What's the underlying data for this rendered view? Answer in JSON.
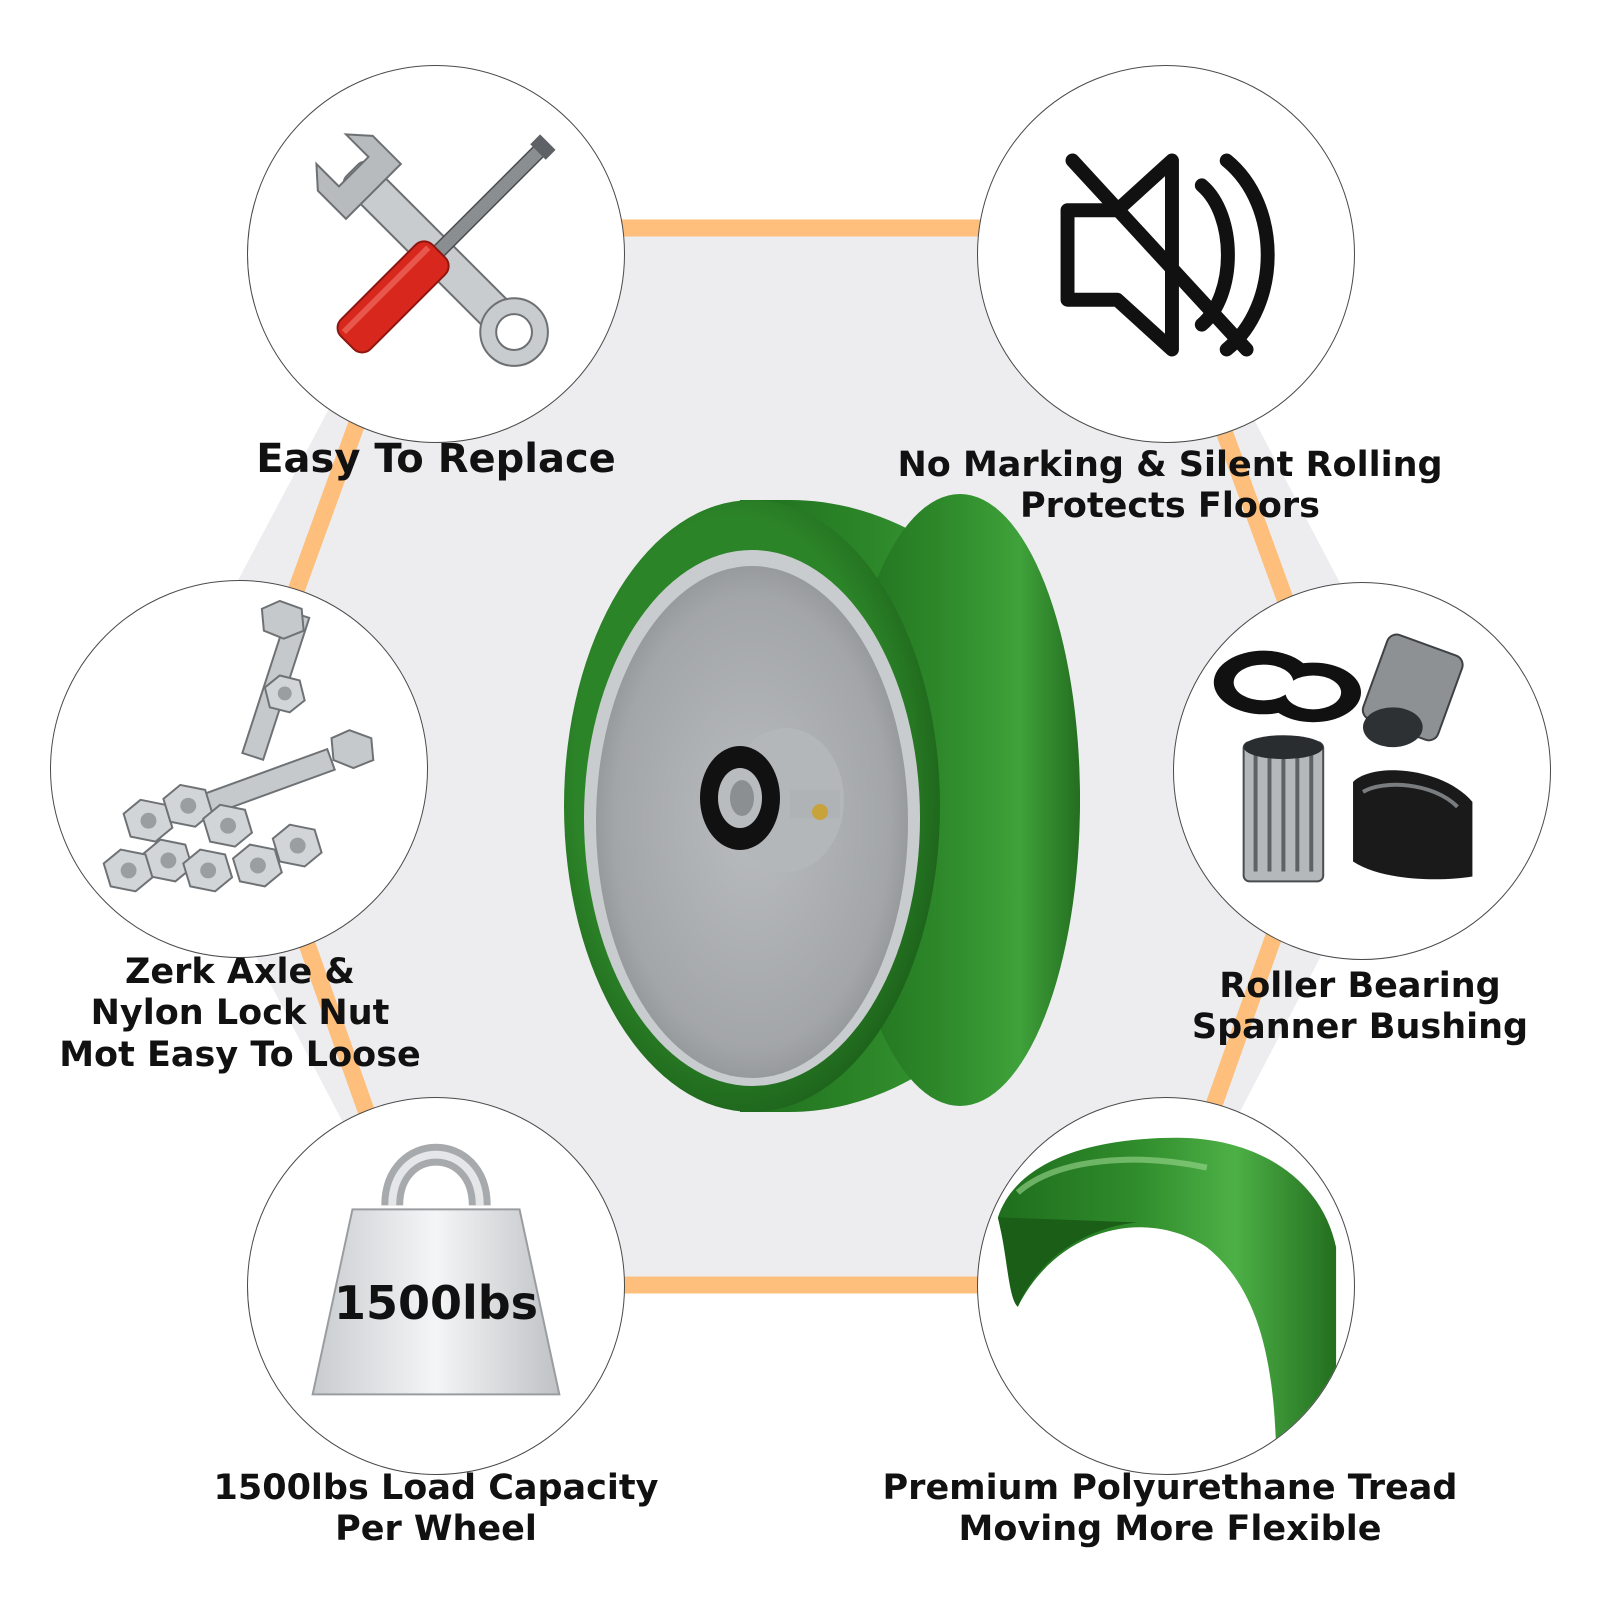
{
  "colors": {
    "connector": "#FDBF7B",
    "hexagon_fill": "#EDEDF0",
    "wheel_green": "#2F8B2B",
    "hub_gray": "#A7AAAD",
    "outline": "#4A4A4A",
    "text": "#111111",
    "screwdriver_red": "#D8281D"
  },
  "features": {
    "replace": {
      "icon": "wrench-screwdriver-icon",
      "lines": [
        "Easy To Replace"
      ]
    },
    "silent": {
      "icon": "mute-speaker-icon",
      "lines": [
        "No Marking & Silent Rolling",
        "Protects Floors"
      ]
    },
    "hardware": {
      "icon": "bolts-nuts-icon",
      "lines": [
        "Zerk Axle &",
        "Nylon Lock Nut",
        "Mot Easy To Loose"
      ]
    },
    "bearing": {
      "icon": "roller-bearing-icon",
      "lines": [
        "Roller Bearing",
        "Spanner Bushing"
      ]
    },
    "capacity": {
      "icon": "weight-icon",
      "weight_label": "1500lbs",
      "lines": [
        "1500lbs Load Capacity",
        "Per Wheel"
      ]
    },
    "tread": {
      "icon": "polyurethane-tread-icon",
      "lines": [
        "Premium Polyurethane Tread",
        "Moving More Flexible"
      ]
    }
  },
  "product": {
    "icon": "caster-wheel-icon"
  }
}
